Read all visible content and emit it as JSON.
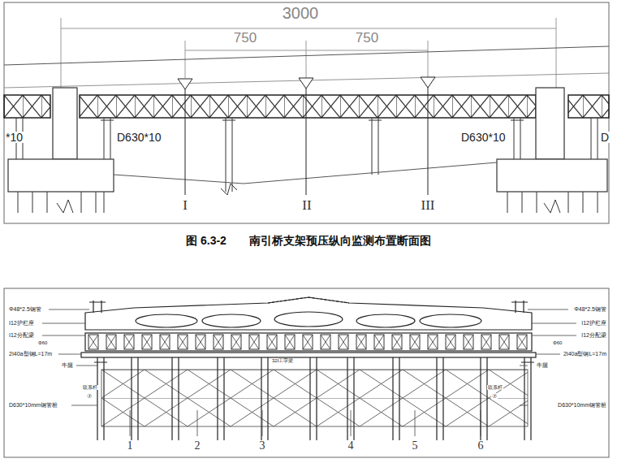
{
  "diagram": {
    "caption": "图 6.3-2　　南引桥支架预压纵向监测布置断面图",
    "labels": [
      "3000",
      "750",
      "750",
      "*10",
      "D630*10",
      "D630*10",
      "D",
      "I",
      "II",
      "III",
      "Φ48*2.5钢管",
      "I12护栏座",
      "I12分配梁",
      "Φ60",
      "2I40a型钢L=17m",
      "牛腿",
      "联系杆",
      "⑦",
      "D630*10mm钢管桩",
      "Φ48*2.5钢管",
      "I12护栏座",
      "I12分配梁",
      "Φ60",
      "2I40a型钢L=17m",
      "牛腿",
      "联系杆",
      "⑦",
      "D630*10mm钢管桩",
      "32I工字梁",
      "1",
      "2",
      "3",
      "4",
      "5",
      "6"
    ]
  }
}
